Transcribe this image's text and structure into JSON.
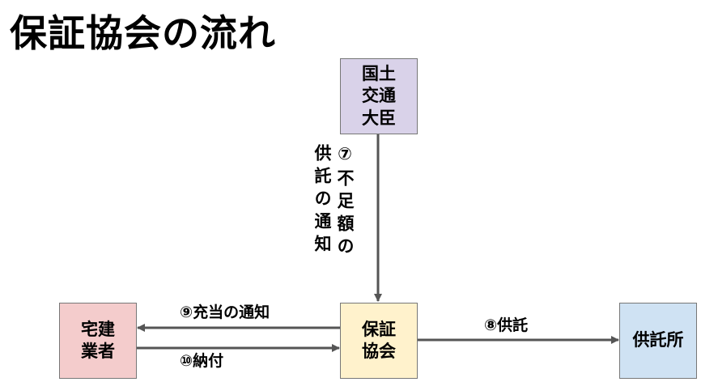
{
  "title": "保証協会の流れ",
  "nodes": {
    "minister": {
      "label": "国土\n交通\n大臣",
      "color": "#d9d2e9"
    },
    "dealer": {
      "label": "宅建\n業者",
      "color": "#f4cccc"
    },
    "association": {
      "label": "保証\n協会",
      "color": "#fff2cc"
    },
    "depository": {
      "label": "供託所",
      "color": "#cfe2f3"
    }
  },
  "edges": {
    "e7": "⑦不足額の供託の通知",
    "e8": "⑧供託",
    "e9": "⑨充当の通知",
    "e10": "⑩納付"
  }
}
